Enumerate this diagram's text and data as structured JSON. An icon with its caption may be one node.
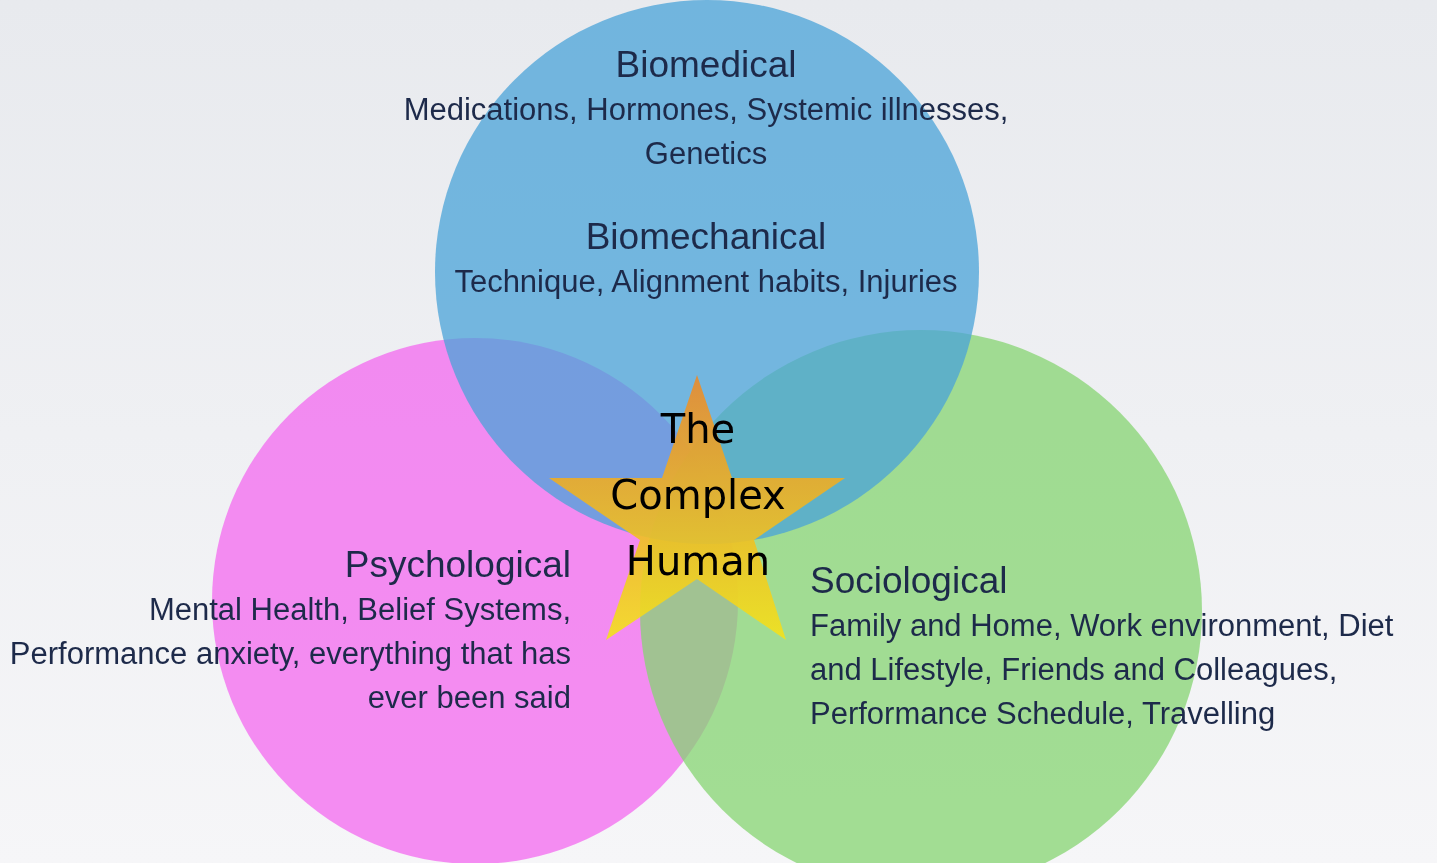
{
  "diagram": {
    "nodes": [
      {
        "text": [
          "Biomedical",
          "Medications, Hormones, Systemic illnesses, Genetics",
          "Biomechanical",
          "Technique, Alignment habits, Injuries"
        ]
      },
      {
        "text": [
          "Psychological",
          "Mental Health, Belief Systems, Performance anxiety, everything that has ever been said"
        ]
      },
      {
        "text": [
          "Sociological",
          "Family and Home, Work environment, Diet and Lifestyle, Friends and Colleagues, Performance Schedule, Travelling"
        ]
      },
      {
        "text": [
          "The Complex Human"
        ]
      }
    ]
  }
}
